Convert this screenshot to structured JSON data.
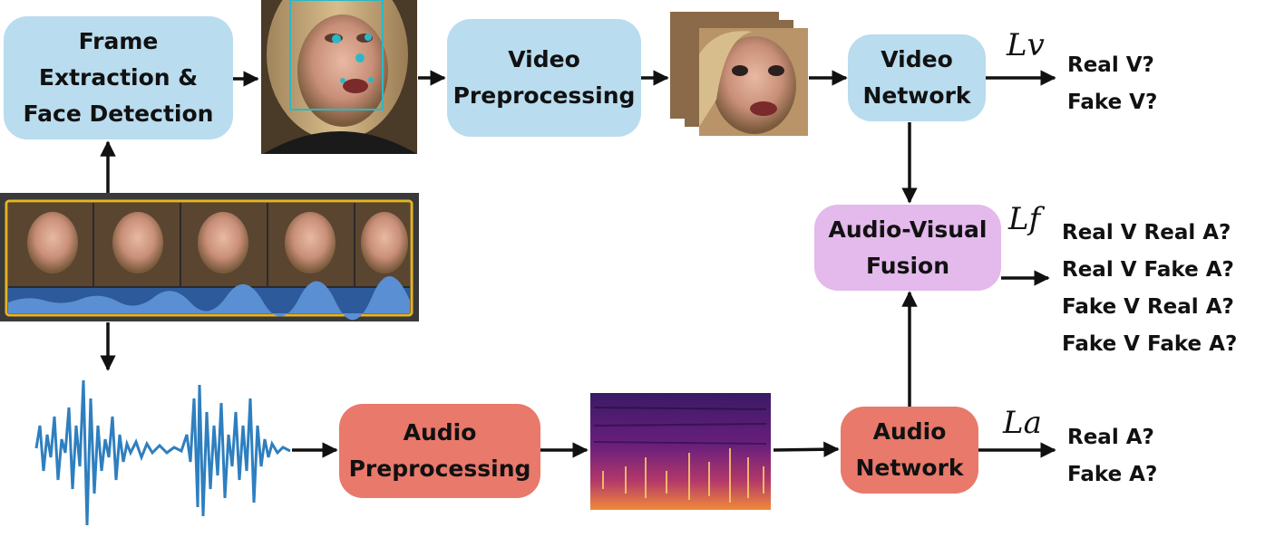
{
  "nodes": {
    "frame_extraction": "Frame\nExtraction &\nFace Detection",
    "video_preprocessing": "Video\nPreprocessing",
    "video_network": "Video\nNetwork",
    "fusion": "Audio-Visual\nFusion",
    "audio_preprocessing": "Audio\nPreprocessing",
    "audio_network": "Audio\nNetwork"
  },
  "losses": {
    "video": "Lv",
    "fusion": "Lf",
    "audio": "La"
  },
  "outputs": {
    "video": [
      "Real V?",
      "Fake V?"
    ],
    "fusion": [
      "Real V Real A?",
      "Real V Fake A?",
      "Fake V Real A?",
      "Fake V Fake A?"
    ],
    "audio": [
      "Real A?",
      "Fake A?"
    ]
  },
  "colors": {
    "blue_box": "#b9dcef",
    "red_box": "#e8796b",
    "purple_box": "#e4b9ec",
    "waveform": "#2e7fbf",
    "filmstrip_border": "#e7b422"
  }
}
